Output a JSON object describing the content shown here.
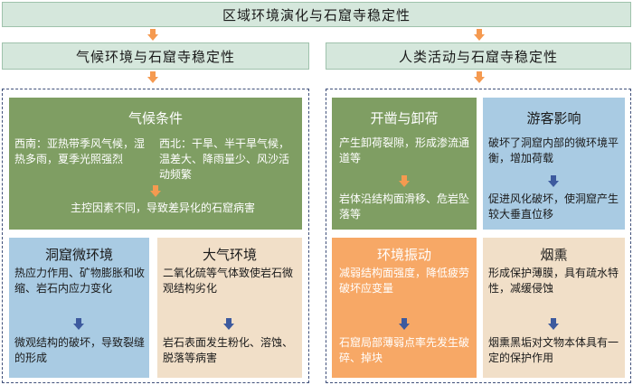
{
  "top_title": "区域环境演化与石窟寺稳定性",
  "left_header": "气候环境与石窟寺稳定性",
  "right_header": "人类活动与石窟寺稳定性",
  "climate": {
    "title": "气候条件",
    "southwest": "西南：亚热带季风气候，湿热多雨，夏季光照强烈",
    "northwest": "西北：干旱、半干旱气候，温差大、降雨量少、风沙活动频繁",
    "conclusion": "主控因素不同，导致差异化的石窟病害"
  },
  "cave_micro": {
    "title": "洞窟微环境",
    "text": "热应力作用、矿物膨胀和收缩、岩石内应力变化",
    "result": "微观结构的破坏，导致裂缝的形成"
  },
  "atmosphere": {
    "title": "大气环境",
    "text": "二氧化硫等气体致使岩石微观结构劣化",
    "result": "岩石表面发生粉化、溶蚀、脱落等病害"
  },
  "excavation": {
    "title": "开凿与卸荷",
    "text": "产生卸荷裂隙，形成渗流通道等",
    "result": "岩体沿结构面滑移、危岩坠落等"
  },
  "tourism": {
    "title": "游客影响",
    "text": "破坏了洞窟内部的微环境平衡，增加荷载",
    "result": "促进风化破坏，使洞窟产生较大垂直位移"
  },
  "vibration": {
    "title": "环境振动",
    "text": "减弱结构面强度，降低疲劳破坏应变量",
    "result": "石窟局部薄弱点率先发生破碎、掉块"
  },
  "smoke": {
    "title": "烟熏",
    "text": "形成保护薄膜，具有疏水特性，减缓侵蚀",
    "result": "烟熏黑垢对文物本体具有一定的保护作用"
  }
}
